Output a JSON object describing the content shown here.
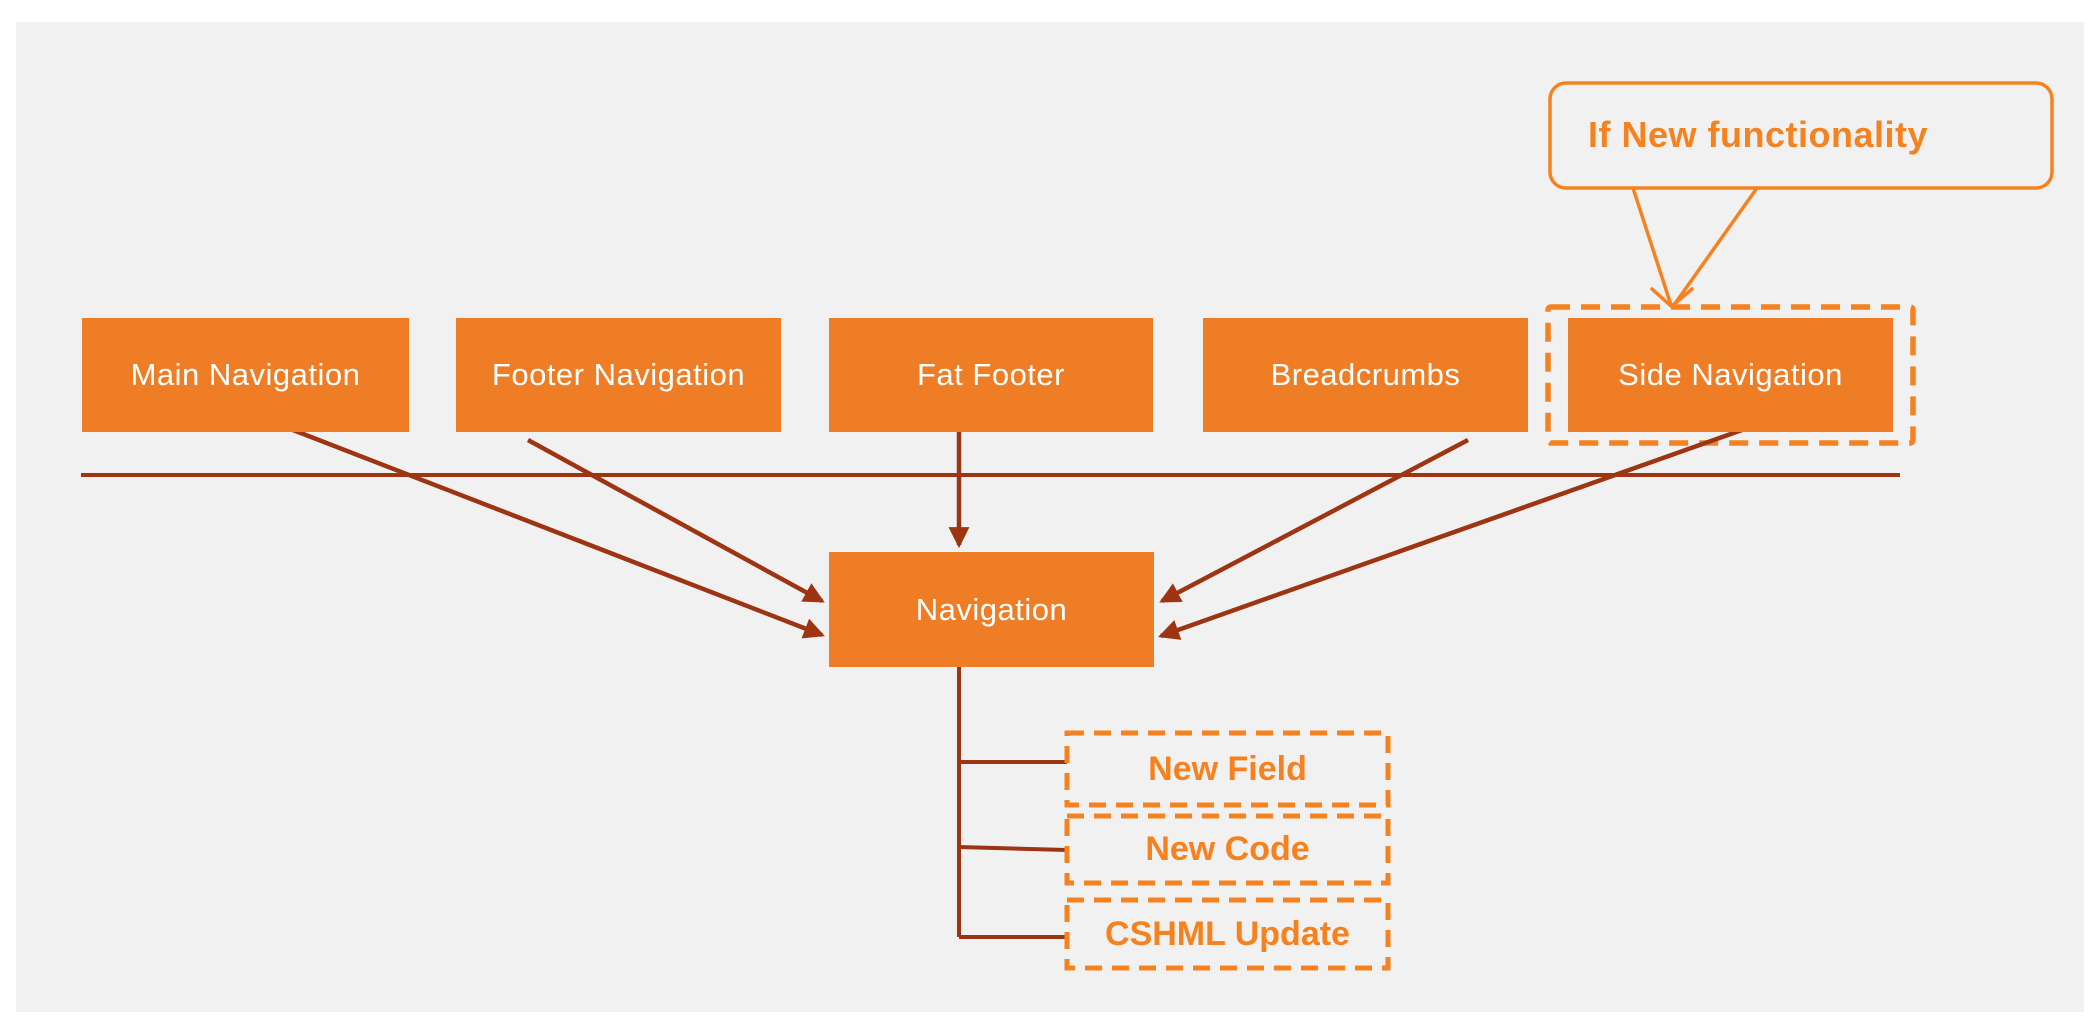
{
  "diagram": {
    "callout": {
      "text": "If New functionality"
    },
    "top_row": [
      {
        "id": "main-navigation",
        "label": "Main Navigation",
        "highlighted": false
      },
      {
        "id": "footer-navigation",
        "label": "Footer Navigation",
        "highlighted": false
      },
      {
        "id": "fat-footer",
        "label": "Fat Footer",
        "highlighted": false
      },
      {
        "id": "breadcrumbs",
        "label": "Breadcrumbs",
        "highlighted": false
      },
      {
        "id": "side-navigation",
        "label": "Side Navigation",
        "highlighted": true
      }
    ],
    "center": {
      "label": "Navigation"
    },
    "children": [
      {
        "label": "New Field"
      },
      {
        "label": "New Code"
      },
      {
        "label": "CSHML Update"
      }
    ],
    "colors": {
      "box_fill": "#ef7d26",
      "outline_orange": "#f5821f",
      "connector_red": "#9d3512",
      "panel_bg": "#f1f1f2",
      "box_text": "#ffffff"
    }
  }
}
